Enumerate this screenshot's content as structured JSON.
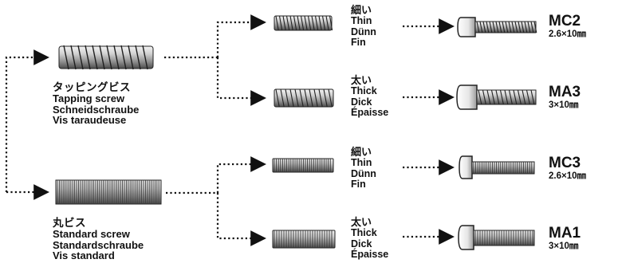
{
  "screw_types": [
    {
      "id": "tapping",
      "name_jp": "タッピングビス",
      "name_en": "Tapping screw",
      "name_de": "Schneidschraube",
      "name_fr": "Vis taraudeuse"
    },
    {
      "id": "standard",
      "name_jp": "丸ビス",
      "name_en": "Standard screw",
      "name_de": "Standardschraube",
      "name_fr": "Vis standard"
    }
  ],
  "variants": [
    {
      "thickness_jp": "細い",
      "thickness_en": "Thin",
      "thickness_de": "Dünn",
      "thickness_fr": "Fin",
      "code": "MC2",
      "size": "2.6×10㎜"
    },
    {
      "thickness_jp": "太い",
      "thickness_en": "Thick",
      "thickness_de": "Dick",
      "thickness_fr": "Épaisse",
      "code": "MA3",
      "size": "3×10㎜"
    },
    {
      "thickness_jp": "細い",
      "thickness_en": "Thin",
      "thickness_de": "Dünn",
      "thickness_fr": "Fin",
      "code": "MC3",
      "size": "2.6×10㎜"
    },
    {
      "thickness_jp": "太い",
      "thickness_en": "Thick",
      "thickness_de": "Dick",
      "thickness_fr": "Épaisse",
      "code": "MA1",
      "size": "3×10㎜"
    }
  ],
  "colors": {
    "ink": "#111111",
    "metal_light": "#e2e2e2",
    "metal_dark": "#555555",
    "background": "#ffffff"
  }
}
